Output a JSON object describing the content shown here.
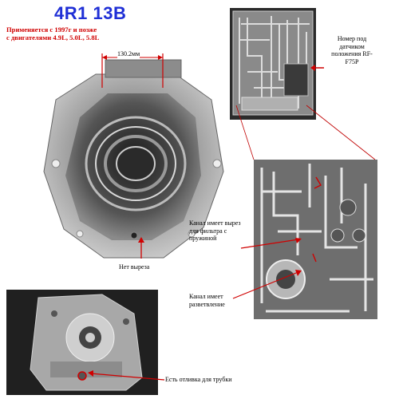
{
  "header": {
    "title": "4R1 13B",
    "subtitle_line1": "Применяется с  1997г и позже",
    "subtitle_line2": "с двигателями 4.9L, 5.0L, 5.8L"
  },
  "dimension": {
    "label": "130.2мм"
  },
  "labels": {
    "sensor_marker": "Номер под датчиком положения RF-F75P",
    "channel_cutout": "Канал имеет вырез для фильтра с пружиной",
    "channel_branch": "Канал имеет разветвление",
    "no_cutout": "Нет выреза",
    "tube_casting": "Есть отливка для трубки"
  },
  "colors": {
    "title": "#1f2fd6",
    "subtitle": "#d00000",
    "arrow": "#d00000",
    "callout_line": "#c00000"
  }
}
